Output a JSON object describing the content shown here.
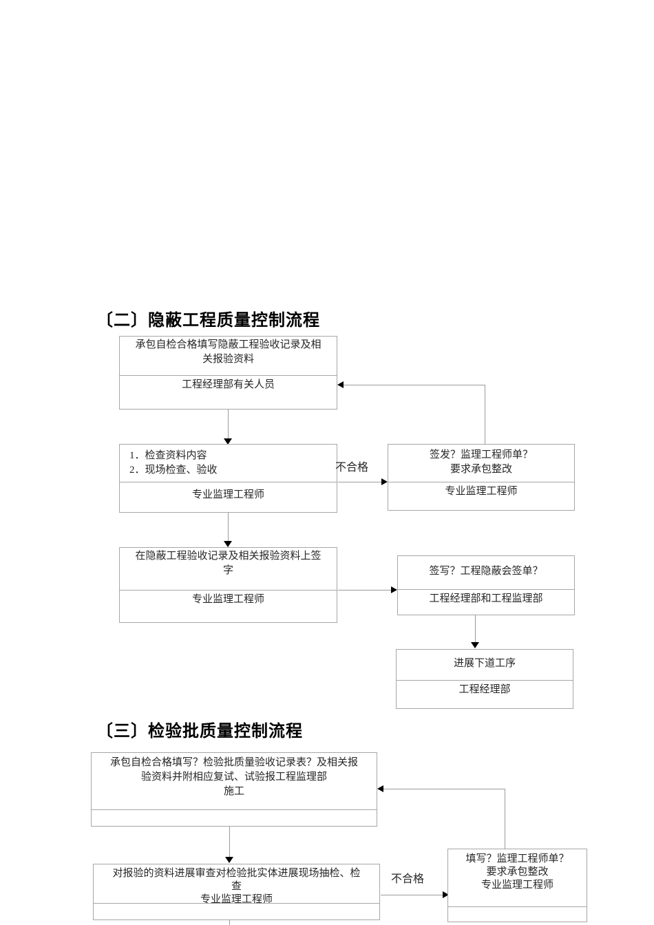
{
  "sec2": {
    "heading": "〔二〕隐蔽工程质量控制流程",
    "fail_label": "不合格",
    "boxA": {
      "top": [
        "承包自检合格填写隐蔽工程验收记录及相",
        "关报验资料"
      ],
      "bottom": "工程经理部有关人员"
    },
    "boxB": {
      "top": [
        "1．检查资料内容",
        "2．现场检查、验收"
      ],
      "bottom": "专业监理工程师"
    },
    "boxC": {
      "top": [
        "签发？监理工程师单？",
        "要求承包整改"
      ],
      "bottom": "专业监理工程师"
    },
    "boxD": {
      "top": [
        "在隐蔽工程验收记录及相关报验资料上签",
        "字"
      ],
      "bottom": "专业监理工程师"
    },
    "boxE": {
      "top": [
        "签写？工程隐蔽会签单？"
      ],
      "bottom": "工程经理部和工程监理部"
    },
    "boxF": {
      "top": [
        "进展下道工序"
      ],
      "bottom": "工程经理部"
    }
  },
  "sec3": {
    "heading": "〔三〕检验批质量控制流程",
    "fail_label": "不合格",
    "boxG": {
      "top": [
        "承包自检合格填写？检验批质量验收记录表？及相关报",
        "验资料并附相应复试、试验报工程监理部",
        "施工"
      ]
    },
    "boxH": {
      "top": [
        "对报验的资料进展审查对检验批实体进展现场抽检、检",
        "查",
        "专业监理工程师"
      ]
    },
    "boxI": {
      "top": [
        "填写？监理工程师单？",
        "要求承包整改",
        "专业监理工程师"
      ]
    }
  },
  "colors": {
    "box_border": "#a6a6a6",
    "connector_line": "#9a9a9a",
    "arrowhead": "#000000",
    "text": "#262626",
    "background": "#ffffff"
  }
}
